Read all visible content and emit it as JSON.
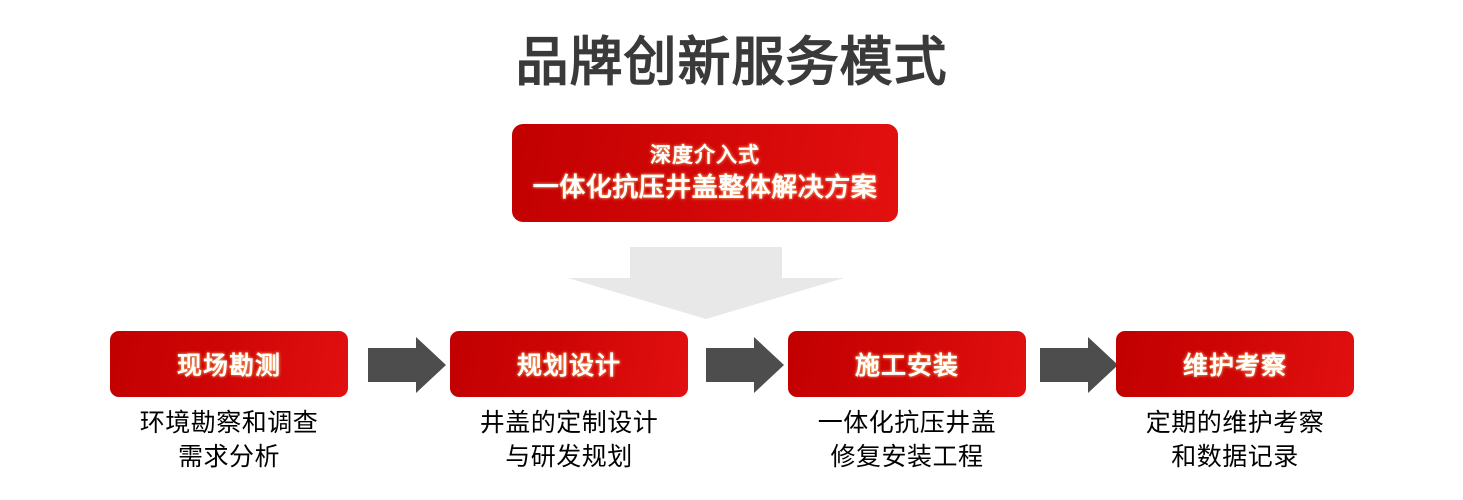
{
  "page": {
    "title": "品牌创新服务模式",
    "background_color": "#ffffff",
    "title_color": "#3a3a3a"
  },
  "hero": {
    "line1": "深度介入式",
    "line2": "一体化抗压井盖整体解决方案",
    "fill_color_start": "#c20000",
    "fill_color_end": "#e41010",
    "text_color": "#ffffff"
  },
  "flow_arrow": {
    "direction": "down",
    "color": "#e8e8e8",
    "icon": "arrow-down-icon"
  },
  "connectors": [
    {
      "icon": "arrow-right-icon",
      "color": "#4d4d4d"
    },
    {
      "icon": "arrow-right-icon",
      "color": "#4d4d4d"
    },
    {
      "icon": "arrow-right-icon",
      "color": "#4d4d4d"
    }
  ],
  "steps": [
    {
      "label": "现场勘测",
      "caption_line1": "环境勘察和调查",
      "caption_line2": "需求分析"
    },
    {
      "label": "规划设计",
      "caption_line1": "井盖的定制设计",
      "caption_line2": "与研发规划"
    },
    {
      "label": "施工安装",
      "caption_line1": "一体化抗压井盖",
      "caption_line2": "修复安装工程"
    },
    {
      "label": "维护考察",
      "caption_line1": "定期的维护考察",
      "caption_line2": "和数据记录"
    }
  ],
  "colors": {
    "accent_red": "#cc0000",
    "arrow_gray": "#4d4d4d",
    "flow_gray": "#e8e8e8",
    "text_dark": "#3a3a3a",
    "caption_black": "#000000"
  }
}
